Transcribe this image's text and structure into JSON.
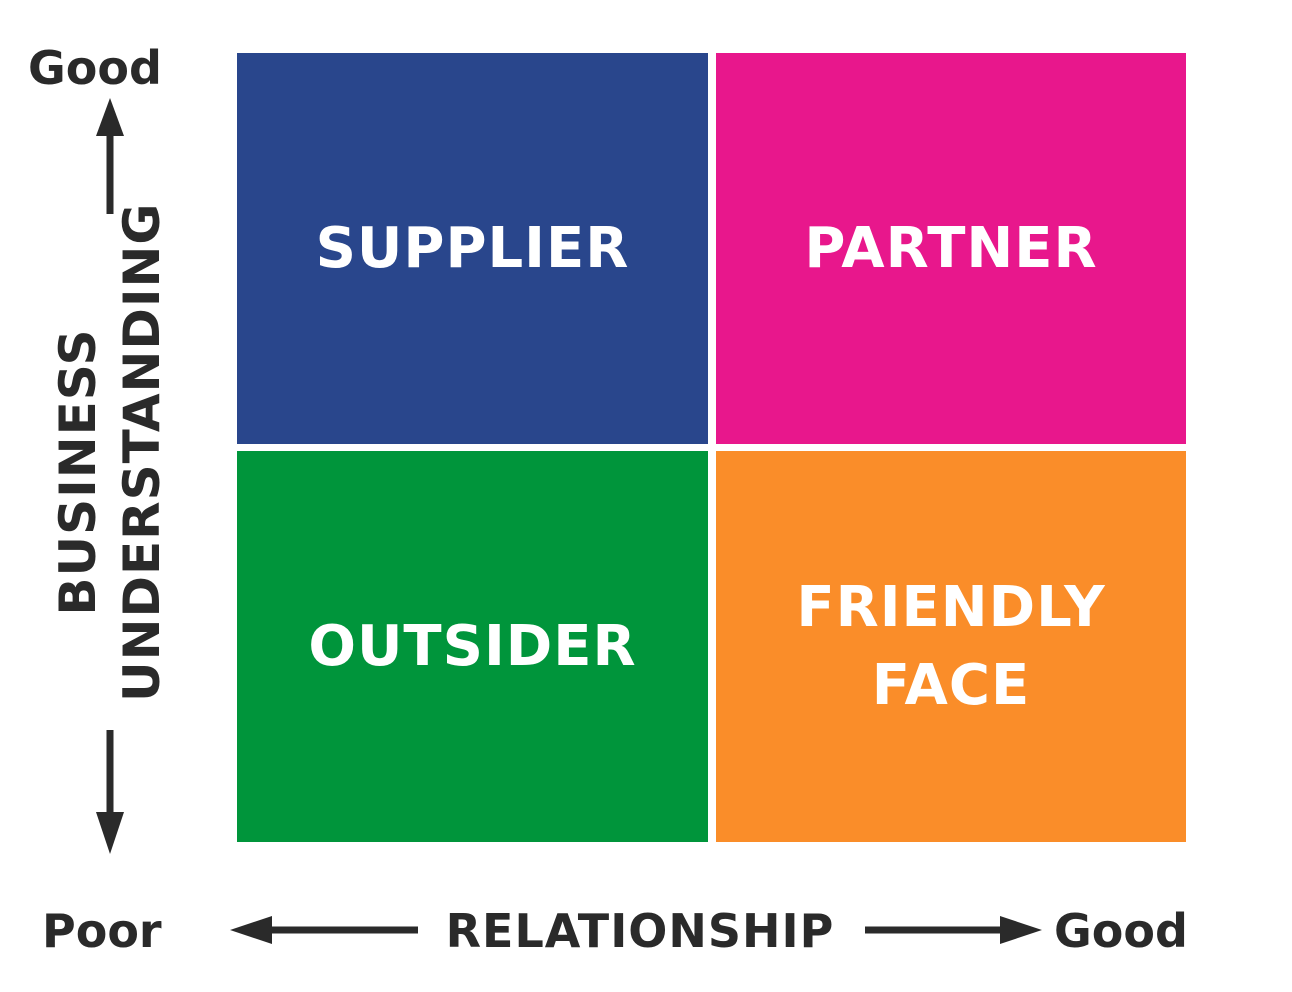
{
  "quadrants": {
    "top_left": {
      "label": "SUPPLIER",
      "color": "#29468C"
    },
    "top_right": {
      "label": "PARTNER",
      "color": "#E8178C"
    },
    "bottom_left": {
      "label": "OUTSIDER",
      "color": "#00953B"
    },
    "bottom_right": {
      "label": "FRIENDLY\nFACE",
      "color": "#FA8D29"
    }
  },
  "y_axis": {
    "title_line1": "BUSINESS",
    "title_line2": "UNDERSTANDING",
    "high_label": "Good"
  },
  "x_axis": {
    "title": "RELATIONSHIP",
    "low_label": "Poor",
    "high_label": "Good"
  },
  "text_color": "#2A2A2A"
}
